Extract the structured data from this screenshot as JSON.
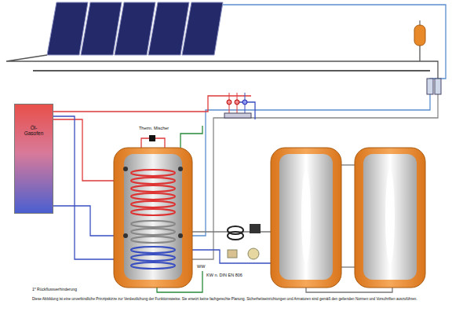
{
  "diagram": {
    "nodes": [
      {
        "text": [
          "Öl-Gasofen"
        ]
      }
    ],
    "edges": [],
    "labels": [
      "Therm. Mischer",
      "WW",
      "KW n. DIN EN 806",
      "1* Rückflussverhinderung",
      "Diese Abbildung ist eine unverbindliche Prinzipskizze zur Verdeutlichung der Funktionsweise. Sie ersetzt keine fachgerechte Planung. Sicherheitseinrichtungen und Armaturen sind gemäß den geltenden Normen und Vorschriften auszuführen."
    ]
  }
}
